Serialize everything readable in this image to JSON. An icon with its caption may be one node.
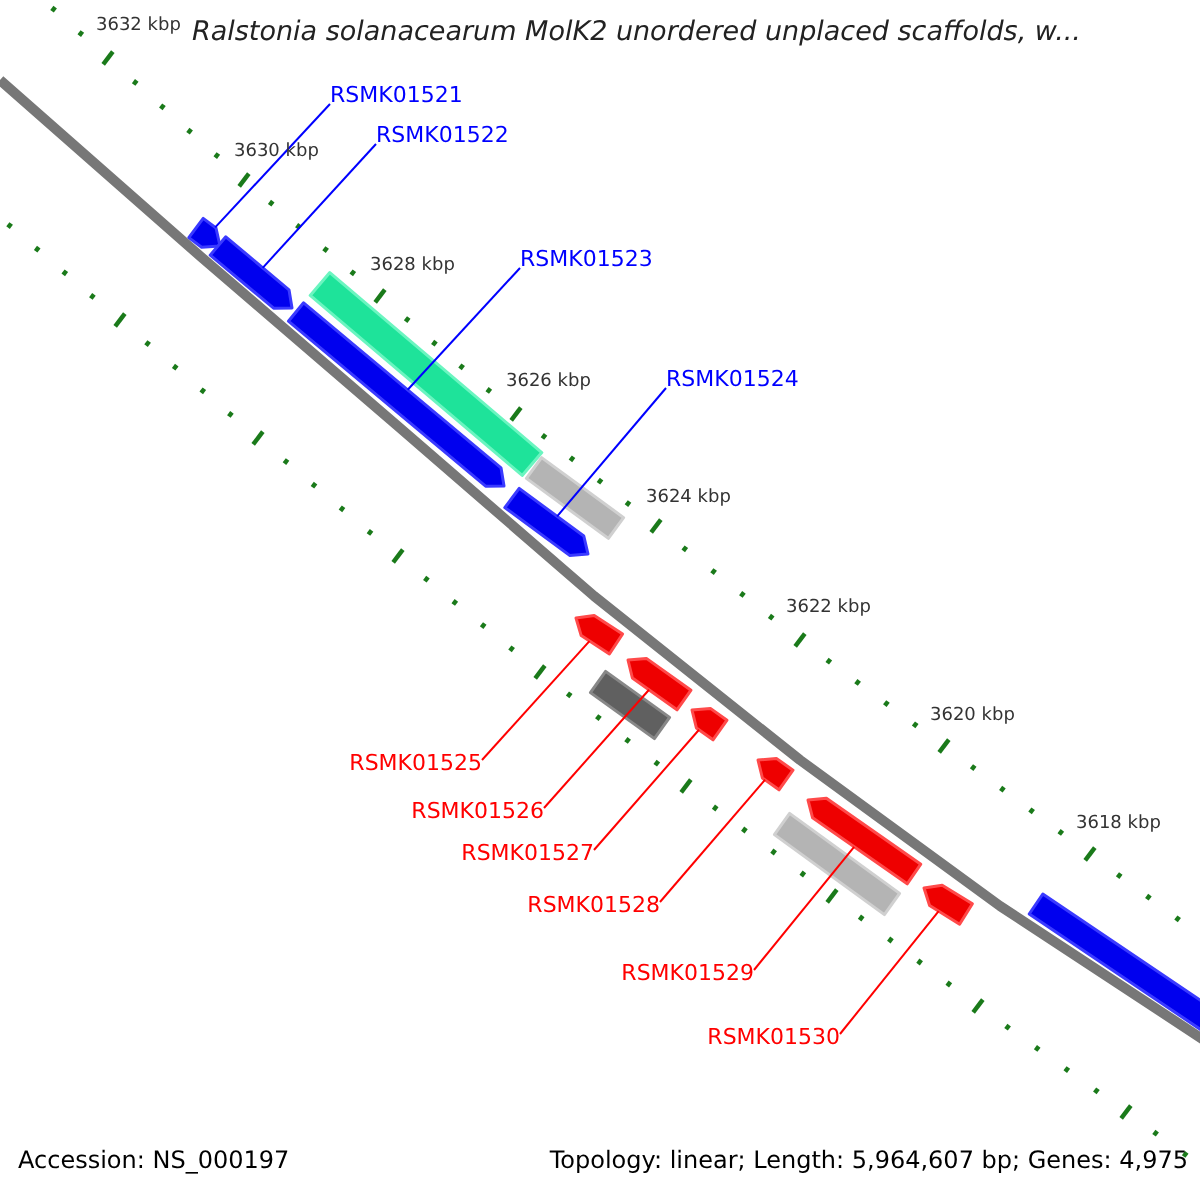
{
  "diagram": {
    "title": "Ralstonia solanacearum MolK2 unordered unplaced scaffolds, w...",
    "nodes": [
      {
        "text": [
          "RSMK01521"
        ]
      },
      {
        "text": [
          "RSMK01522"
        ]
      },
      {
        "text": [
          "RSMK01523"
        ]
      },
      {
        "text": [
          "RSMK01524"
        ]
      },
      {
        "text": [
          "RSMK01525"
        ]
      },
      {
        "text": [
          "RSMK01526"
        ]
      },
      {
        "text": [
          "RSMK01527"
        ]
      },
      {
        "text": [
          "RSMK01528"
        ]
      },
      {
        "text": [
          "RSMK01529"
        ]
      },
      {
        "text": [
          "RSMK01530"
        ]
      },
      {
        "text": [],
        "shape": "arrow"
      },
      {
        "text": [],
        "shape": "arrow"
      },
      {
        "text": [],
        "shape": "bar"
      },
      {
        "text": [],
        "shape": "arrow"
      },
      {
        "text": [],
        "shape": "bar"
      },
      {
        "text": [],
        "shape": "arrow"
      },
      {
        "text": [],
        "shape": "arrow"
      },
      {
        "text": [],
        "shape": "arrow"
      },
      {
        "text": [],
        "shape": "bar"
      },
      {
        "text": [],
        "shape": "arrow"
      },
      {
        "text": [],
        "shape": "arrow"
      },
      {
        "text": [],
        "shape": "arrow"
      },
      {
        "text": [],
        "shape": "bar"
      },
      {
        "text": [],
        "shape": "arrow"
      },
      {
        "text": [],
        "shape": "bar"
      }
    ],
    "edges": [
      {
        "from": 0,
        "to": 10,
        "arrow": "none",
        "color": "#0000ff"
      },
      {
        "from": 1,
        "to": 11,
        "arrow": "none",
        "color": "#0000ff"
      },
      {
        "from": 2,
        "to": 13,
        "arrow": "none",
        "color": "#0000ff"
      },
      {
        "from": 3,
        "to": 15,
        "arrow": "none",
        "color": "#0000ff"
      },
      {
        "from": 4,
        "to": 16,
        "arrow": "none"
      },
      {
        "from": 5,
        "to": 17,
        "arrow": "none"
      },
      {
        "from": 6,
        "to": 19,
        "arrow": "none"
      },
      {
        "from": 7,
        "to": 20,
        "arrow": "none"
      },
      {
        "from": 8,
        "to": 21,
        "arrow": "none"
      },
      {
        "from": 9,
        "to": 23,
        "arrow": "none"
      }
    ],
    "labels": [
      "3632 kbp",
      "3630 kbp",
      "3628 kbp",
      "3626 kbp",
      "3624 kbp",
      "3622 kbp",
      "3620 kbp",
      "3618 kbp",
      "Accession: NS_000197",
      "Topology: linear; Length: 5,964,607 bp; Genes: 4,975"
    ]
  }
}
